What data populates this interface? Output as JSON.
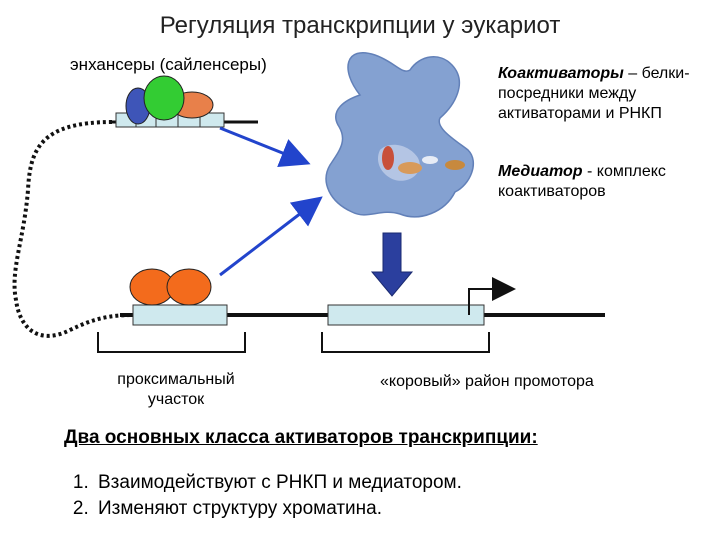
{
  "title": "Регуляция транскрипции у эукариот",
  "labels": {
    "enhancers": "энхансеры (сайленсеры)",
    "coactivators_term": "Коактиваторы",
    "coactivators_desc": "– белки-посредники между активаторами и РНКП",
    "mediator_term": "Медиатор",
    "mediator_desc": "- комплекс коактиваторов",
    "proximal": "проксимальный участок",
    "core_promoter": "«коровый» район промотора"
  },
  "heading": "Два основных класса активаторов транскрипции:",
  "list": [
    "Взаимодействуют с РНКП и медиатором.",
    "Изменяют структуру хроматина."
  ],
  "colors": {
    "dna": "#111111",
    "dna_box": "#cfe9ee",
    "activator_orange": "#f36b1c",
    "activator_green": "#33cc33",
    "activator_blue": "#3e55b8",
    "activator_lightorange": "#e8804a",
    "arrow_blue": "#2244cc",
    "big_arrow": "#2b3f9e",
    "mediator_blue": "#7e9dcf"
  },
  "icons": {
    "mediator_complex": "protein-structure-image",
    "tss_arrow": "bent-arrow-icon"
  }
}
